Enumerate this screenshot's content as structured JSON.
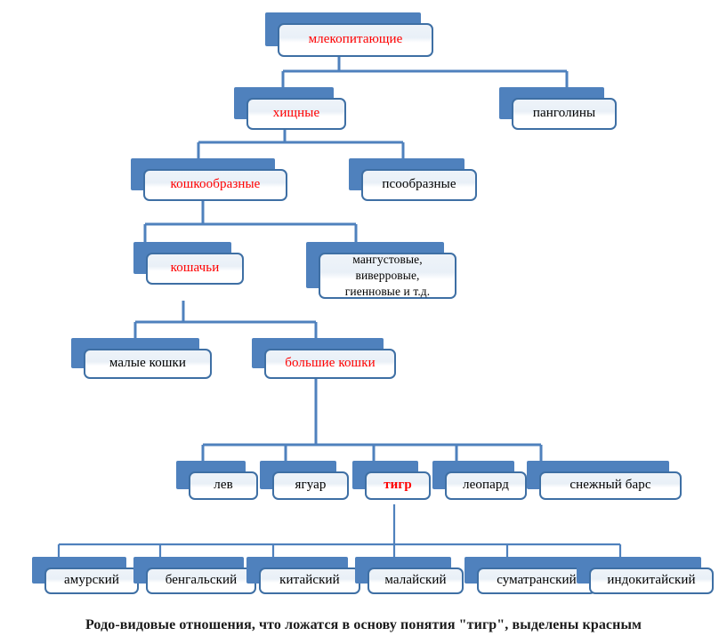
{
  "diagram": {
    "title": "Родо-видовые отношения понятия \"тигр\"",
    "type": "tree-hierarchy",
    "accent_color": "#4F81BD",
    "border_color": "#3E6FA4",
    "highlight_color": "#FF0000",
    "text_color": "#000000",
    "background_color": "#FFFFFF"
  },
  "nodes": {
    "mammals": {
      "label": "млекопитающие",
      "highlighted": true,
      "level": 1
    },
    "carnivora": {
      "label": "хищные",
      "highlighted": true,
      "level": 2
    },
    "pangolins": {
      "label": "панголины",
      "highlighted": false,
      "level": 2
    },
    "feliformia": {
      "label": "кошкообразные",
      "highlighted": true,
      "level": 3
    },
    "caniformia": {
      "label": "псообразные",
      "highlighted": false,
      "level": 3
    },
    "felidae": {
      "label": "кошачьи",
      "highlighted": true,
      "level": 4
    },
    "other_families": {
      "label": "мангустовые,\nвиверровые,\nгиенновые и т.д.",
      "highlighted": false,
      "level": 4
    },
    "small_cats": {
      "label": "малые кошки",
      "highlighted": false,
      "level": 5
    },
    "big_cats": {
      "label": "большие кошки",
      "highlighted": true,
      "level": 5
    },
    "lion": {
      "label": "лев",
      "highlighted": false,
      "level": 6
    },
    "jaguar": {
      "label": "ягуар",
      "highlighted": false,
      "level": 6
    },
    "tiger": {
      "label": "тигр",
      "highlighted": true,
      "bold": true,
      "level": 6
    },
    "leopard": {
      "label": "леопард",
      "highlighted": false,
      "level": 6
    },
    "snow_leopard": {
      "label": "снежный барс",
      "highlighted": false,
      "level": 6
    },
    "amur": {
      "label": "амурский",
      "highlighted": false,
      "level": 7
    },
    "bengal": {
      "label": "бенгальский",
      "highlighted": false,
      "level": 7
    },
    "chinese": {
      "label": "китайский",
      "highlighted": false,
      "level": 7
    },
    "malayan": {
      "label": "малайский",
      "highlighted": false,
      "level": 7
    },
    "sumatran": {
      "label": "суматранский",
      "highlighted": false,
      "level": 7
    },
    "indochinese": {
      "label": "индокитайский",
      "highlighted": false,
      "level": 7
    }
  },
  "caption": {
    "text": "Родо-видовые отношения, что ложатся в основу понятия \"тигр\", выделены красным"
  }
}
